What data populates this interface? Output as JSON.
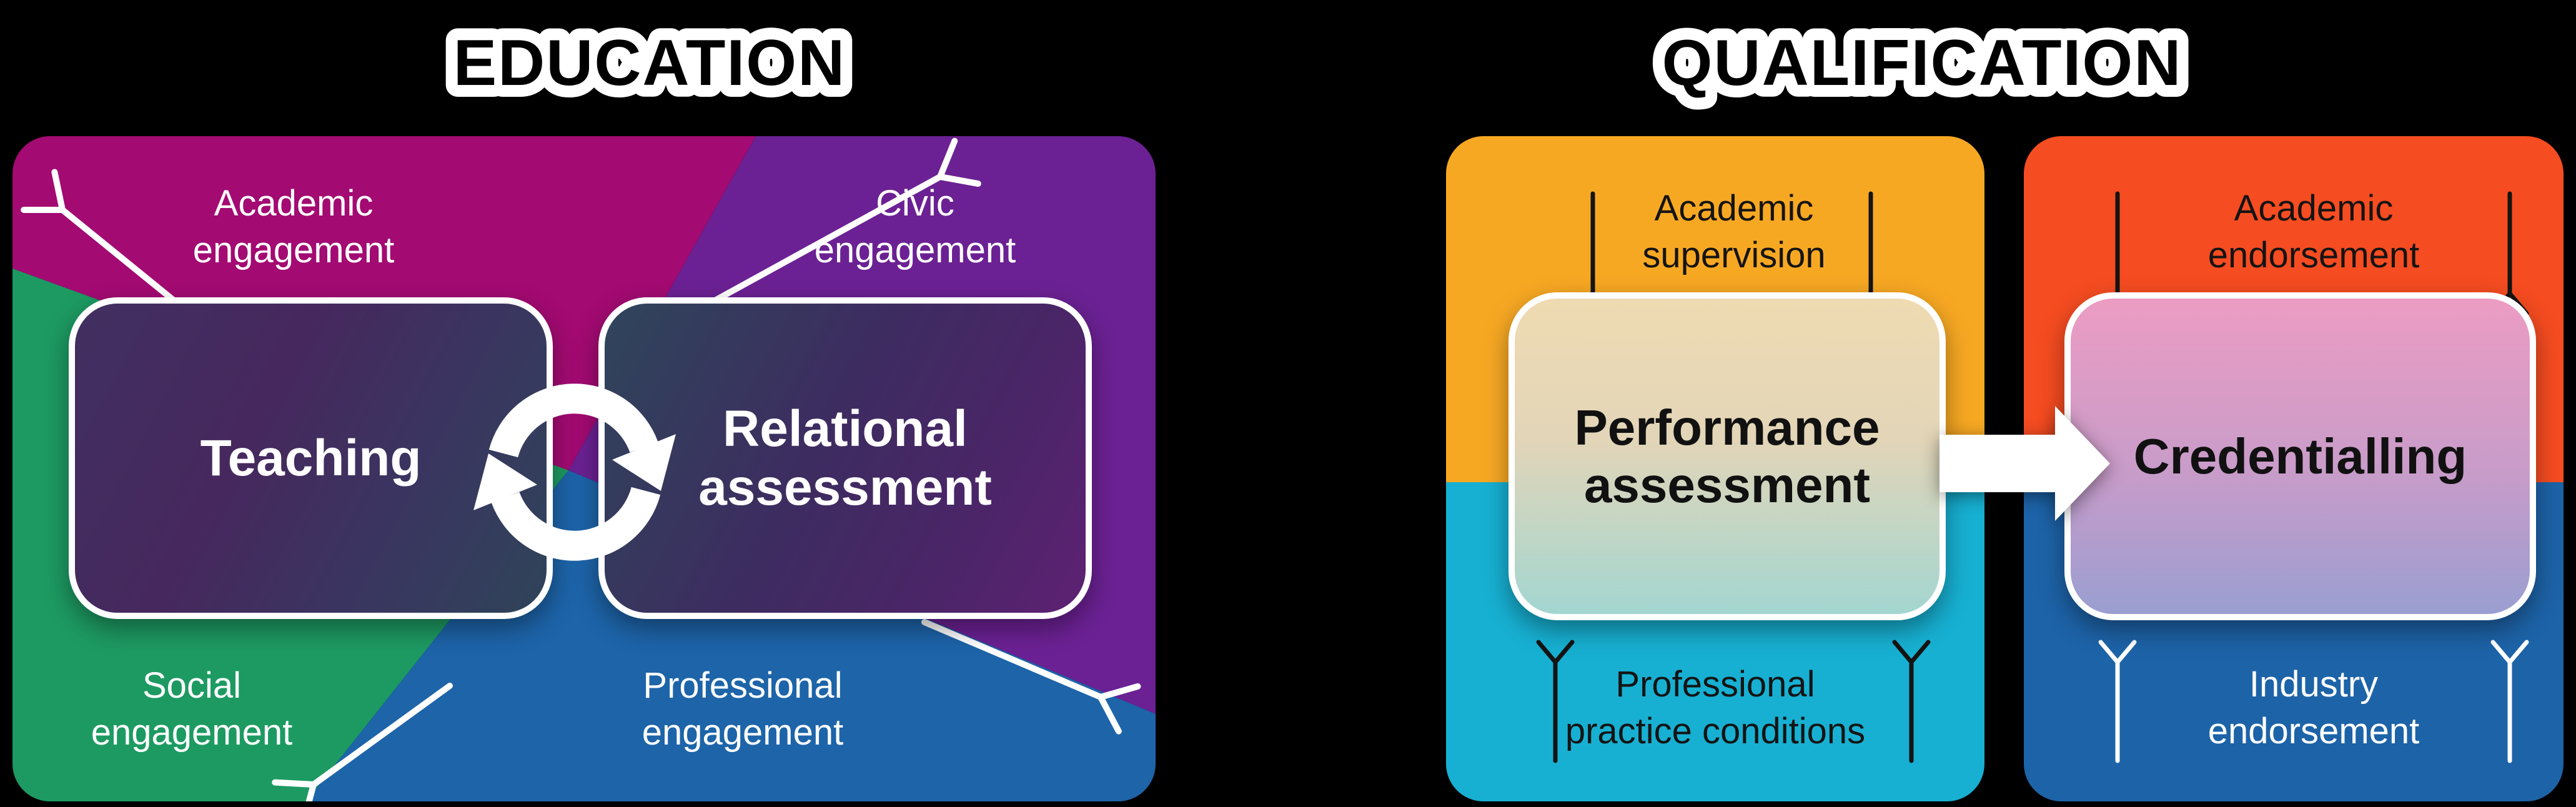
{
  "header": {
    "education_title": "EDUCATION",
    "qualification_title": "QUALIFICATION"
  },
  "education": {
    "labels": {
      "academic": [
        "Academic",
        "engagement"
      ],
      "civic": [
        "Civic",
        "engagement"
      ],
      "social": [
        "Social",
        "engagement"
      ],
      "professional": [
        "Professional",
        "engagement"
      ]
    },
    "nodes": {
      "teaching": "Teaching",
      "relational": [
        "Relational",
        "assessment"
      ]
    }
  },
  "qualification": {
    "performance": {
      "top_label": [
        "Academic",
        "supervision"
      ],
      "bottom_label": [
        "Professional",
        "practice conditions"
      ],
      "node": [
        "Performance",
        "assessment"
      ]
    },
    "credentialling": {
      "top_label": [
        "Academic",
        "endorsement"
      ],
      "bottom_label": [
        "Industry",
        "endorsement"
      ],
      "node": "Credentialling"
    }
  },
  "colors": {
    "education_academic": "#A30A72",
    "education_civic": "#6B2193",
    "education_social": "#1D9A62",
    "education_professional": "#1D64A9",
    "performance_top": "#F7A823",
    "performance_bottom": "#17B0D2",
    "credentialling_top": "#F64C21",
    "credentialling_bottom": "#1D63A8",
    "arrow_white": "#FFFFFF",
    "label_dark": "#141414"
  }
}
